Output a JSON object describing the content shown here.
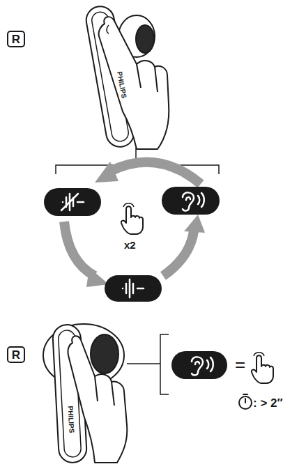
{
  "diagram": {
    "nodes": [
      {
        "text": [
          "R"
        ]
      },
      {
        "text": [
          "R"
        ]
      }
    ],
    "labels": [
      "PHILIPS",
      "x2",
      "PHILIPS",
      "=",
      ": > 2″"
    ]
  }
}
